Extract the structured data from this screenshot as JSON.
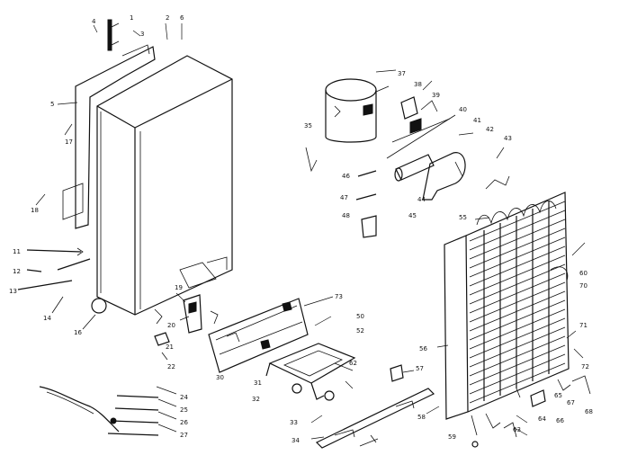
{
  "labels": {
    "l1": "1",
    "l2": "2",
    "l3": "3",
    "l4": "4",
    "l5": "5",
    "l6": "6",
    "l11": "11",
    "l12": "12",
    "l13": "13",
    "l14": "14",
    "l16": "16",
    "l17": "17",
    "l18": "18",
    "l19": "19",
    "l20": "20",
    "l21": "21",
    "l22": "22",
    "l24": "24",
    "l25": "25",
    "l26": "26",
    "l27": "27",
    "l30": "30",
    "l31": "31",
    "l32": "32",
    "l33": "33",
    "l34": "34",
    "l35": "35",
    "l37": "37",
    "l38": "38",
    "l39": "39",
    "l40": "40",
    "l41": "41",
    "l42": "42",
    "l43": "43",
    "l44": "44",
    "l45": "45",
    "l46": "46",
    "l47": "47",
    "l48": "48",
    "l50": "50",
    "l52": "52",
    "l55": "55",
    "l56": "56",
    "l57": "57",
    "l58": "58",
    "l59": "59",
    "l60": "60",
    "l62": "62",
    "l63": "63",
    "l64": "64",
    "l65": "65",
    "l66": "66",
    "l67": "67",
    "l68": "68",
    "l70": "70",
    "l71": "71",
    "l72": "72",
    "l73": "73"
  },
  "colors": {
    "ink": "#111111",
    "paper": "#ffffff"
  }
}
